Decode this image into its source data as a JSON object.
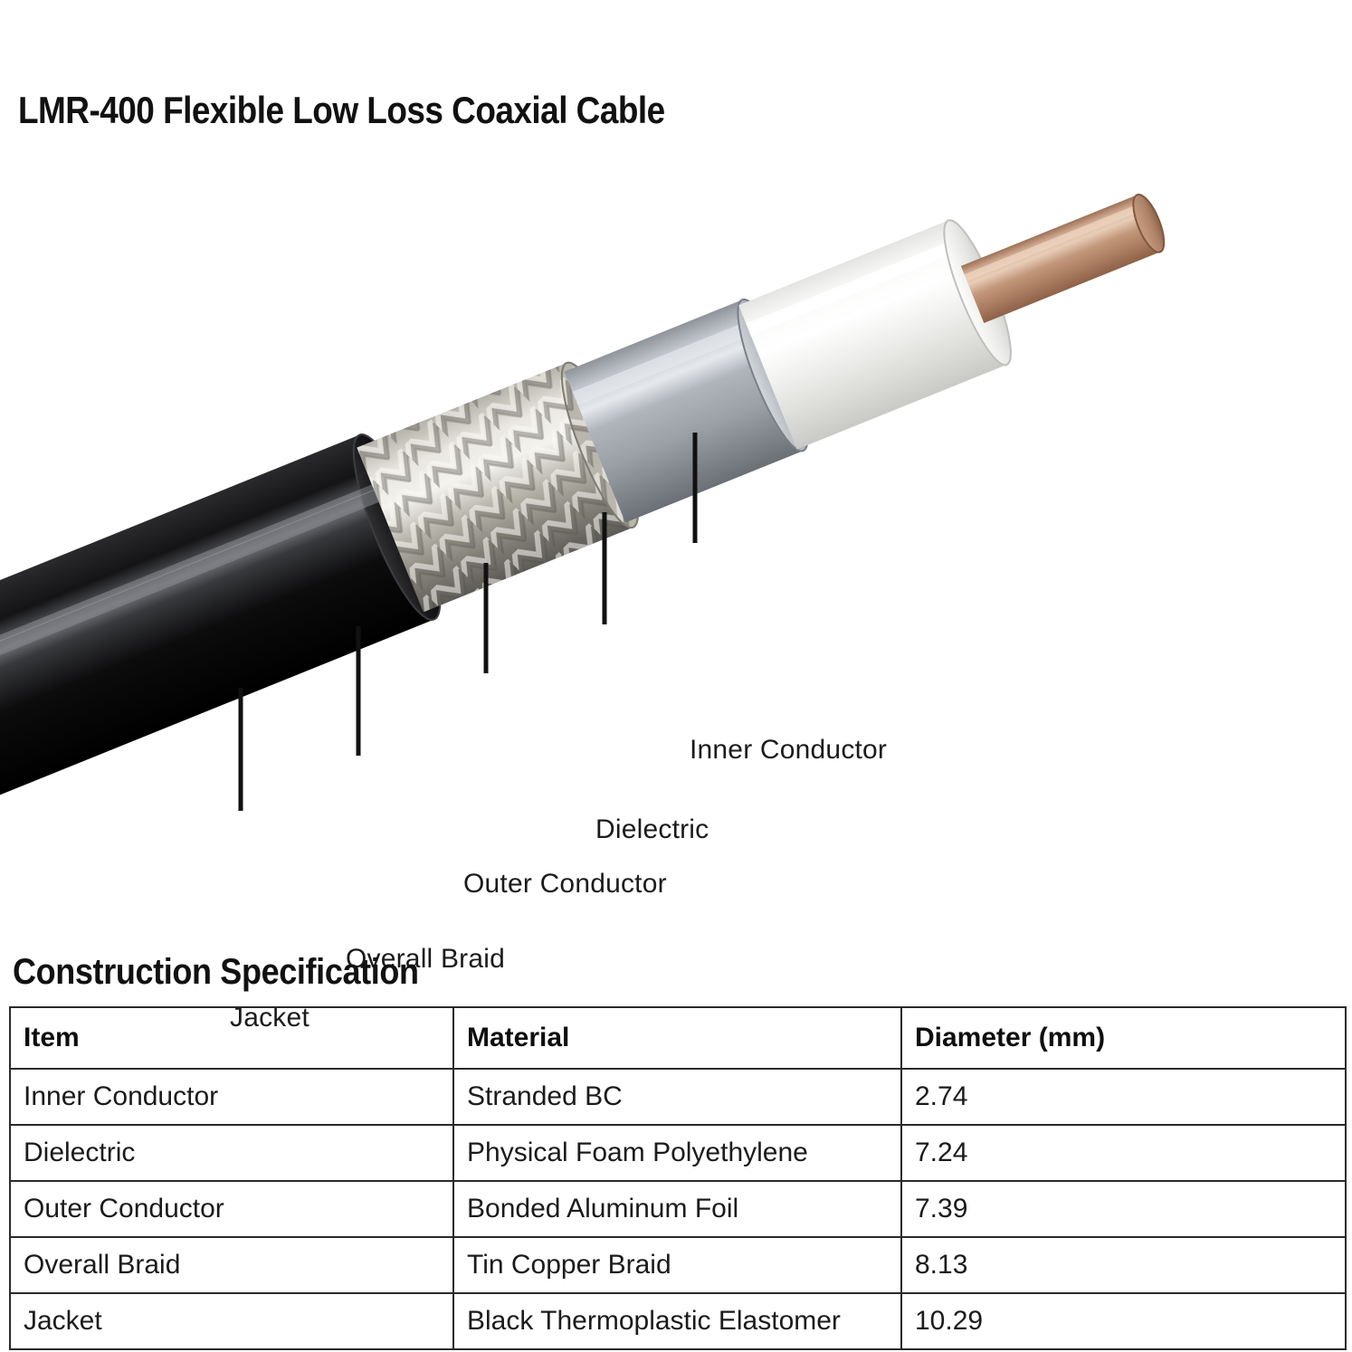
{
  "page": {
    "title": "LMR-400 Flexible Low Loss Coaxial Cable",
    "background_color": "#ffffff",
    "text_color": "#1b1b1b"
  },
  "diagram": {
    "name": "coaxial-cable-cutaway",
    "description": "Stepped cutaway of a coaxial cable showing five concentric layers",
    "layer_colors": {
      "jacket": "#0d0d0d",
      "jacket_highlight": "#6f7176",
      "braid": "#c9c7bf",
      "braid_shadow": "#6e6b63",
      "outer_conductor": "#a8adb3",
      "outer_conductor_highlight": "#d9dde1",
      "dielectric": "#f2f2f0",
      "dielectric_shade": "#d3d4d2",
      "inner_conductor": "#bd8f74",
      "inner_conductor_highlight": "#e0bda6",
      "leader_line": "#111111"
    },
    "callouts": [
      {
        "id": "inner-conductor",
        "label": "Inner Conductor"
      },
      {
        "id": "dielectric",
        "label": "Dielectric"
      },
      {
        "id": "outer-conductor",
        "label": "Outer Conductor"
      },
      {
        "id": "overall-braid",
        "label": "Overall Braid"
      },
      {
        "id": "jacket",
        "label": "Jacket"
      }
    ]
  },
  "spec_section": {
    "heading": "Construction Specification",
    "table": {
      "columns": [
        "Item",
        "Material",
        "Diameter (mm)"
      ],
      "rows": [
        [
          "Inner Conductor",
          "Stranded BC",
          "2.74"
        ],
        [
          "Dielectric",
          "Physical Foam Polyethylene",
          "7.24"
        ],
        [
          "Outer Conductor",
          "Bonded Aluminum Foil",
          "7.39"
        ],
        [
          "Overall Braid",
          "Tin Copper Braid",
          "8.13"
        ],
        [
          "Jacket",
          "Black Thermoplastic Elastomer",
          "10.29"
        ]
      ]
    }
  }
}
